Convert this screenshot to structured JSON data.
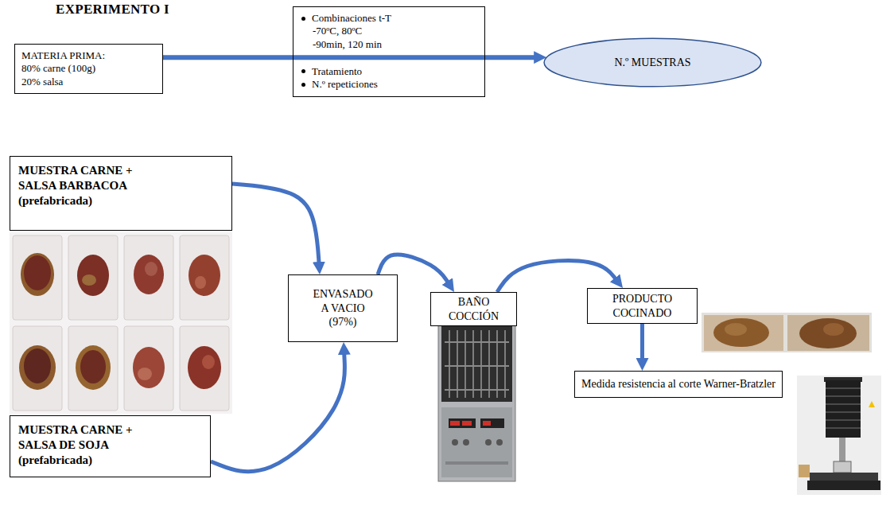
{
  "diagram": {
    "title": "EXPERIMENTO I",
    "nodes": [
      {
        "text": [
          "MATERIA PRIMA:",
          "80% carne (100g)",
          "20% salsa"
        ]
      },
      {
        "text": [
          "Combinaciones t-T",
          "-70ºC, 80ºC",
          "-90min, 120 min",
          "Tratamiento",
          "N.º repeticiones"
        ]
      },
      {
        "text": [
          "N.º MUESTRAS"
        ]
      },
      {
        "text": [
          "MUESTRA CARNE + SALSA BARBACOA (prefabricada)"
        ]
      },
      {
        "text": [
          "MUESTRA CARNE + SALSA DE SOJA (prefabricada)"
        ]
      },
      {
        "text": [
          "ENVASADO A VACIO (97%)"
        ]
      },
      {
        "text": [
          "BAÑO COCCIÓN"
        ]
      },
      {
        "text": [
          "PRODUCTO COCINADO"
        ]
      },
      {
        "text": [
          "Medida resistencia al corte Warner-Bratzler"
        ]
      }
    ],
    "edges": [
      {
        "from": 0,
        "to": 2,
        "arrow": "to"
      },
      {
        "from": 3,
        "to": 5,
        "arrow": "to"
      },
      {
        "from": 4,
        "to": 5,
        "arrow": "to"
      },
      {
        "from": 5,
        "to": 6,
        "arrow": "to"
      },
      {
        "from": 6,
        "to": 7,
        "arrow": "to"
      },
      {
        "from": 7,
        "to": 8,
        "arrow": "to"
      }
    ]
  }
}
